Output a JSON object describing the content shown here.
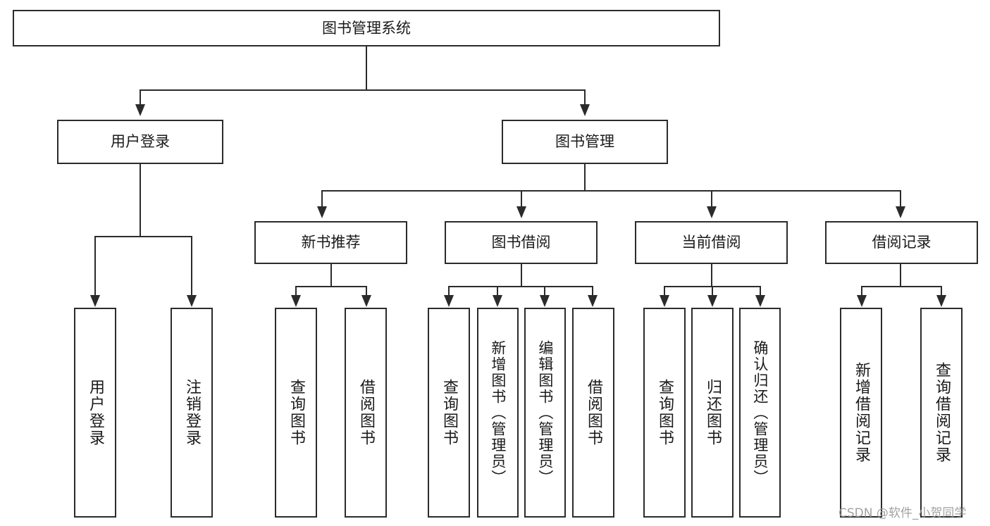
{
  "diagram": {
    "title": "图书管理系统",
    "type": "tree-hierarchy",
    "root": {
      "label": "图书管理系统"
    },
    "level1": [
      {
        "label": "用户登录"
      },
      {
        "label": "图书管理"
      }
    ],
    "level2": [
      {
        "label": "新书推荐"
      },
      {
        "label": "图书借阅"
      },
      {
        "label": "当前借阅"
      },
      {
        "label": "借阅记录"
      }
    ],
    "leaves": {
      "user_login": [
        {
          "label": "用户登录"
        },
        {
          "label": "注销登录"
        }
      ],
      "new_book_recommend": [
        {
          "label": "查询图书"
        },
        {
          "label": "借阅图书"
        }
      ],
      "book_borrow": [
        {
          "label": "查询图书"
        },
        {
          "label": "新增图书（管理员）"
        },
        {
          "label": "编辑图书（管理员）"
        },
        {
          "label": "借阅图书"
        }
      ],
      "current_borrow": [
        {
          "label": "查询图书"
        },
        {
          "label": "归还图书"
        },
        {
          "label": "确认归还（管理员）"
        }
      ],
      "borrow_record": [
        {
          "label": "新增借阅记录"
        },
        {
          "label": "查询借阅记录"
        }
      ]
    }
  },
  "watermark": {
    "text": "CSDN @软件_小贺同学"
  },
  "colors": {
    "stroke": "#2b2b2b",
    "background": "#ffffff",
    "text": "#1a1a1a",
    "watermark": "#9a9a9a"
  }
}
